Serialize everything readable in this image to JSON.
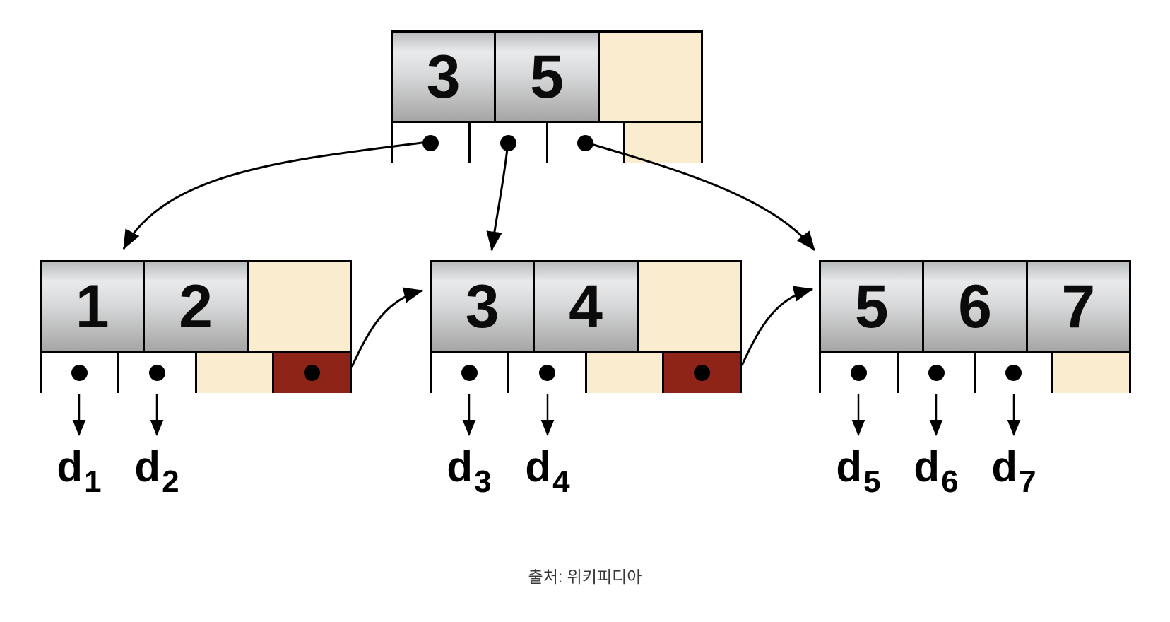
{
  "diagram_type": "b-plus-tree",
  "nodes": {
    "root": {
      "keys": [
        "3",
        "5",
        ""
      ],
      "pointer_slots": [
        "bullet",
        "bullet",
        "bullet",
        "empty"
      ]
    },
    "leaf1": {
      "keys": [
        "1",
        "2",
        ""
      ],
      "pointer_slots": [
        "bullet",
        "bullet",
        "empty",
        "next-link-bullet"
      ]
    },
    "leaf2": {
      "keys": [
        "3",
        "4",
        ""
      ],
      "pointer_slots": [
        "bullet",
        "bullet",
        "empty",
        "next-link-bullet"
      ]
    },
    "leaf3": {
      "keys": [
        "5",
        "6",
        "7"
      ],
      "pointer_slots": [
        "bullet",
        "bullet",
        "bullet",
        "empty"
      ]
    }
  },
  "data_labels": [
    {
      "base": "d",
      "sub": "1"
    },
    {
      "base": "d",
      "sub": "2"
    },
    {
      "base": "d",
      "sub": "3"
    },
    {
      "base": "d",
      "sub": "4"
    },
    {
      "base": "d",
      "sub": "5"
    },
    {
      "base": "d",
      "sub": "6"
    },
    {
      "base": "d",
      "sub": "7"
    }
  ],
  "caption": "출처: 위키피디아",
  "colors": {
    "background": "#ffffff",
    "border": "#000000",
    "key_cell_gradient_top": "#b9bcbe",
    "key_cell_gradient_light": "#e9eaeb",
    "key_cell_gradient_bottom": "#a6a6a6",
    "empty_slot": "#faedcf",
    "next_link_cell": "#8e2418",
    "bullet": "#000000",
    "arrow": "#000000",
    "caption_text": "#383838"
  }
}
